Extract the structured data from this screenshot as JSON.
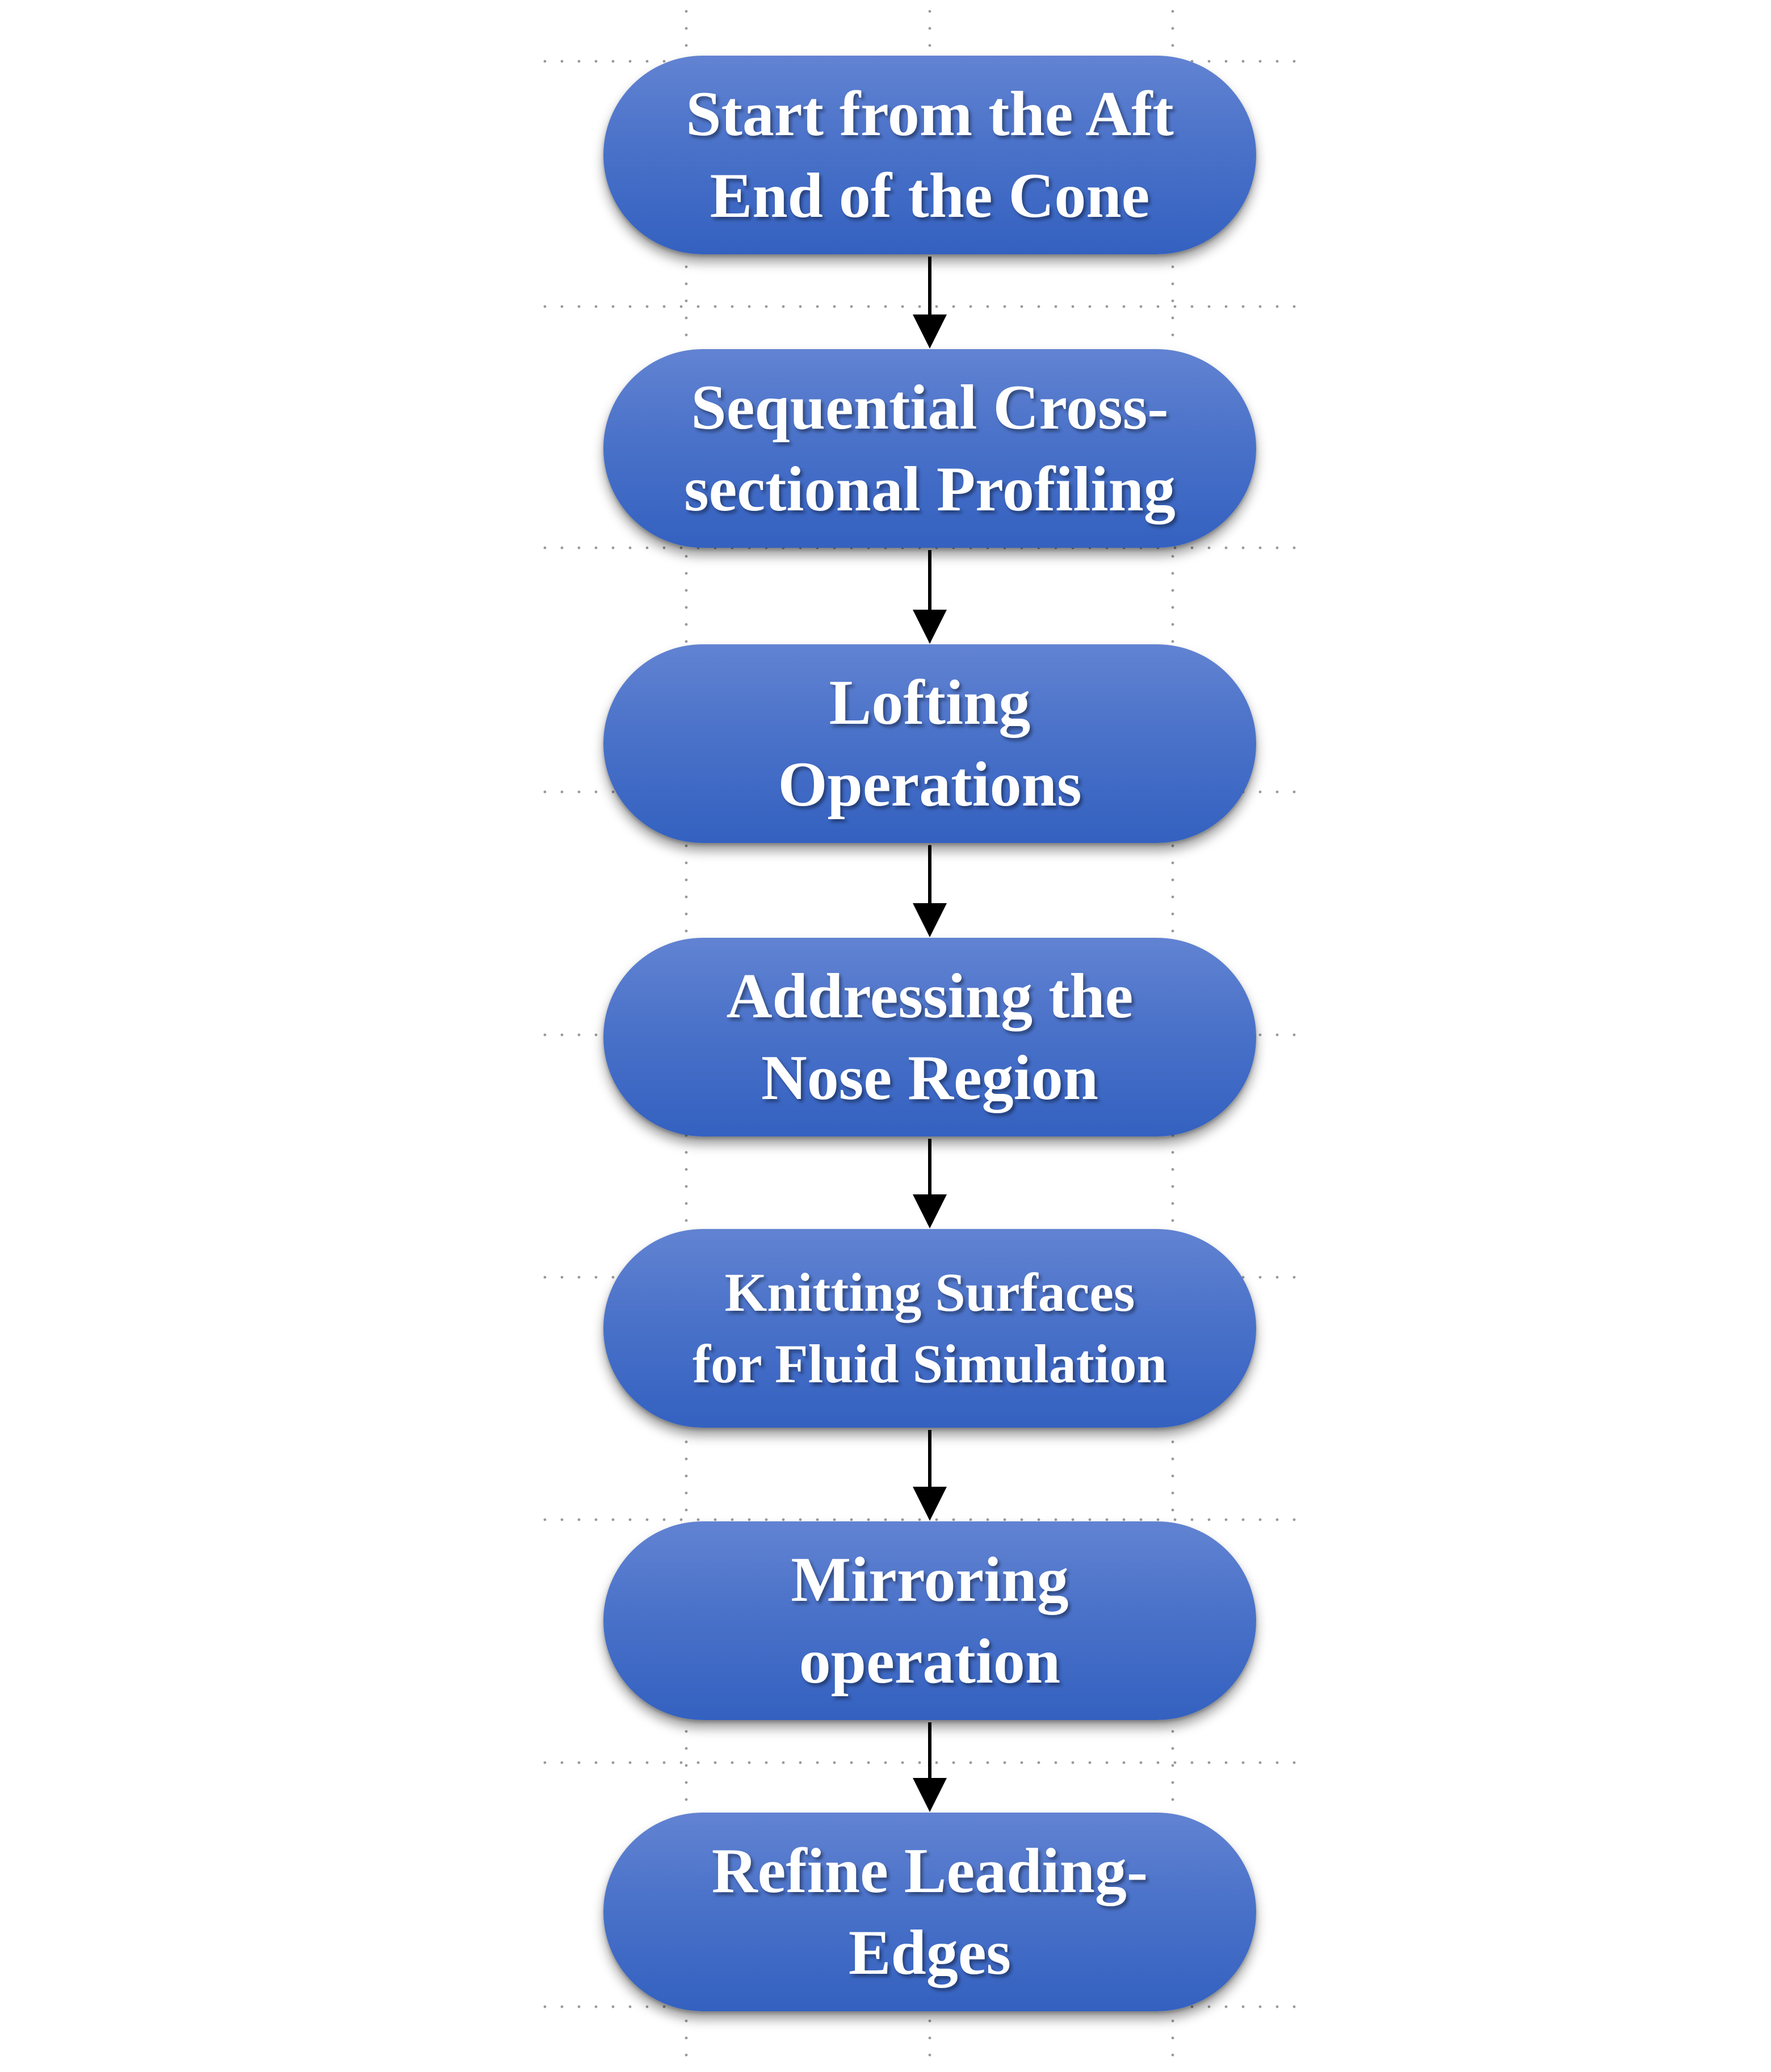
{
  "flowchart": {
    "steps": [
      {
        "label": "Start from the Aft\nEnd of the Cone"
      },
      {
        "label": "Sequential Cross-\nsectional Profiling"
      },
      {
        "label": "Lofting\nOperations"
      },
      {
        "label": "Addressing the\nNose Region"
      },
      {
        "label": "Knitting Surfaces\nfor Fluid Simulation"
      },
      {
        "label": "Mirroring\noperation"
      },
      {
        "label": "Refine Leading-\nEdges"
      }
    ]
  },
  "colors": {
    "node_top": "#6283d2",
    "node_bottom": "#3461c0",
    "node_text": "#ffffff",
    "arrow": "#000000",
    "grid_dots": "#9a9a9a"
  }
}
